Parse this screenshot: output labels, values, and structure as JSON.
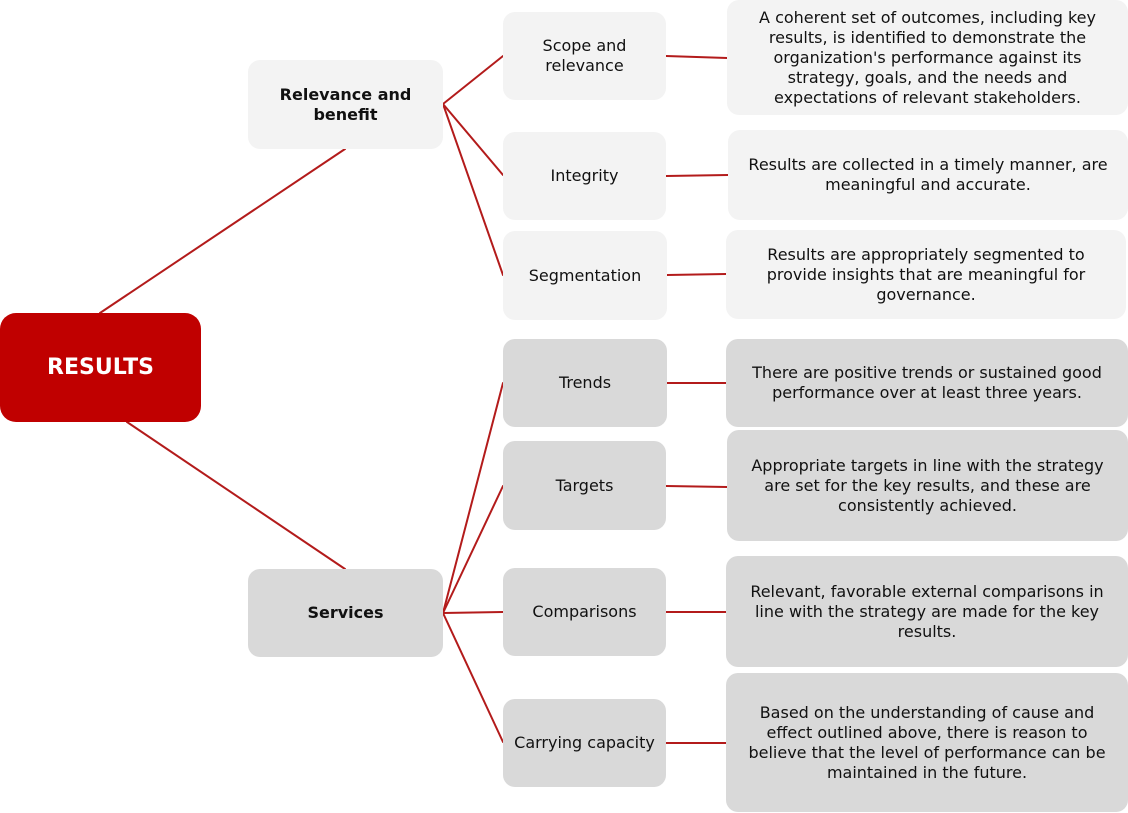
{
  "colors": {
    "root": "#c00000",
    "connector": "#b31b1b",
    "light_box": "#f3f3f3",
    "dark_box": "#d9d9d9"
  },
  "root": {
    "label": "RESULTS"
  },
  "categories": [
    {
      "label": "Relevance and benefit",
      "criteria": [
        {
          "label": "Scope and relevance",
          "description": "A coherent set of outcomes, including key results, is identified to demonstrate the organization's performance against its strategy, goals, and the needs and expectations of relevant stakeholders."
        },
        {
          "label": "Integrity",
          "description": "Results are collected in a timely manner, are meaningful and accurate."
        },
        {
          "label": "Segmentation",
          "description": "Results are appropriately segmented to provide insights that are meaningful for governance."
        }
      ]
    },
    {
      "label": "Services",
      "criteria": [
        {
          "label": "Trends",
          "description": "There are positive trends or sustained good performance over at least three years."
        },
        {
          "label": "Targets",
          "description": "Appropriate targets in line with the strategy are set for the key results, and these are consistently achieved."
        },
        {
          "label": "Comparisons",
          "description": "Relevant, favorable external comparisons in line with the strategy are made for the key results."
        },
        {
          "label": "Carrying capacity",
          "description": "Based on the understanding of cause and effect outlined above, there is reason to believe that the level of performance can be maintained in the future."
        }
      ]
    }
  ]
}
